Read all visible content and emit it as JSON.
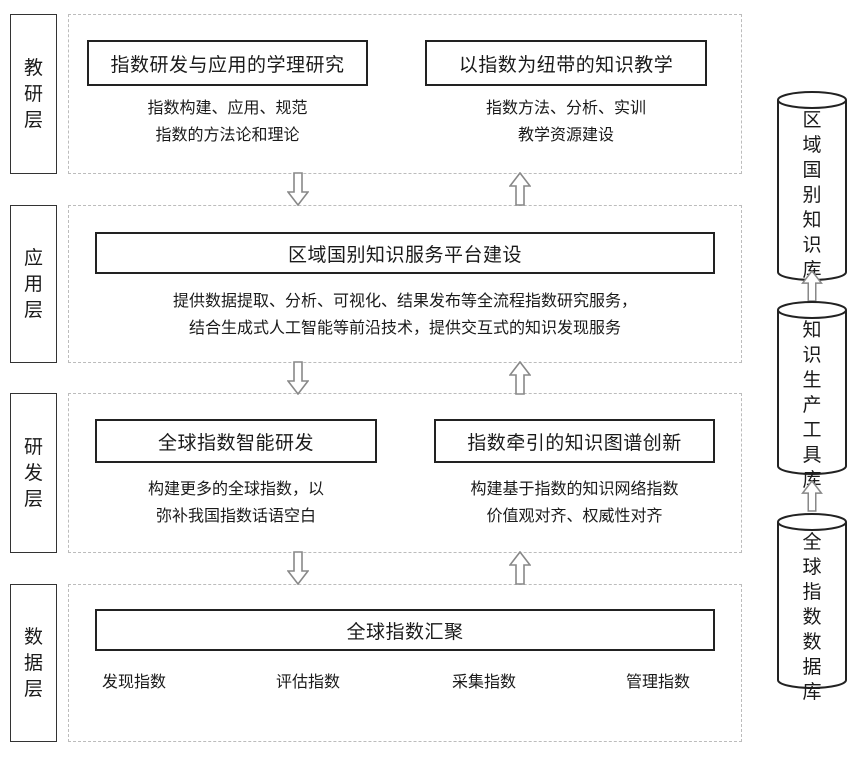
{
  "layers": [
    {
      "name": "教研层"
    },
    {
      "name": "应用层"
    },
    {
      "name": "研发层"
    },
    {
      "name": "数据层"
    }
  ],
  "research": {
    "left_title": "指数研发与应用的学理研究",
    "left_lines": [
      "指数构建、应用、规范",
      "指数的方法论和理论"
    ],
    "right_title": "以指数为纽带的知识教学",
    "right_lines": [
      "指数方法、分析、实训",
      "教学资源建设"
    ]
  },
  "application": {
    "title": "区域国别知识服务平台建设",
    "lines": [
      "提供数据提取、分析、可视化、结果发布等全流程指数研究服务，",
      "结合生成式人工智能等前沿技术，提供交互式的知识发现服务"
    ]
  },
  "development": {
    "left_title": "全球指数智能研发",
    "left_lines": [
      "构建更多的全球指数，以",
      "弥补我国指数话语空白"
    ],
    "right_title": "指数牵引的知识图谱创新",
    "right_lines": [
      "构建基于指数的知识网络指数",
      "价值观对齐、权威性对齐"
    ]
  },
  "data_layer": {
    "title": "全球指数汇聚",
    "items": [
      "发现指数",
      "评估指数",
      "采集指数",
      "管理指数"
    ]
  },
  "databases": [
    {
      "name": "区域国别知识库"
    },
    {
      "name": "知识生产工具库"
    },
    {
      "name": "全球指数数据库"
    }
  ]
}
